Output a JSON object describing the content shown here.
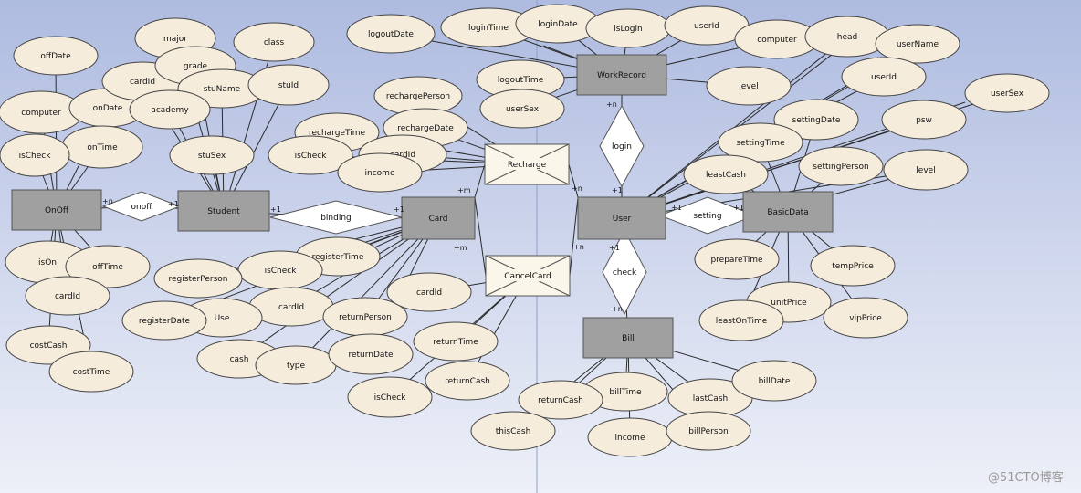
{
  "watermark": "@51CTO博客",
  "entities": {
    "onoff": "OnOff",
    "student": "Student",
    "card": "Card",
    "workrecord": "WorkRecord",
    "user": "User",
    "basicdata": "BasicData",
    "bill": "Bill"
  },
  "relations": {
    "onoff": "onoff",
    "binding": "binding",
    "recharge": "Recharge",
    "cancelcard": "CancelCard",
    "login": "login",
    "setting": "setting",
    "check": "check"
  },
  "cardinalities": {
    "onoff_left": "+n",
    "onoff_right": "+1",
    "binding_left": "+1",
    "binding_right": "+1",
    "recharge_card": "+m",
    "recharge_user": "+n",
    "cancel_card": "+m",
    "cancel_user": "+n",
    "login_top": "+n",
    "login_bottom": "+1",
    "setting_user": "+1",
    "setting_basic": "+1",
    "check_top": "+1",
    "check_bottom": "+n"
  },
  "attributes": {
    "onoff": [
      "offDate",
      "computer",
      "onDate",
      "onTime",
      "isCheck",
      "isOn",
      "offTime",
      "cardId",
      "costCash",
      "costTime"
    ],
    "student": [
      "major",
      "class",
      "cardId",
      "grade",
      "stuName",
      "stuId",
      "academy",
      "stuSex"
    ],
    "workrecord": [
      "logoutDate",
      "loginTime",
      "loginDate",
      "isLogin",
      "userId",
      "computer",
      "logoutTime",
      "userSex",
      "level"
    ],
    "recharge": [
      "rechargePerson",
      "rechargeDate",
      "rechargeTime",
      "isCheck",
      "cardId",
      "income"
    ],
    "user": [
      "head",
      "userName",
      "userId",
      "userSex",
      "psw",
      "level"
    ],
    "basicdata": [
      "settingDate",
      "settingTime",
      "leastCash",
      "settingPerson",
      "prepareTime",
      "tempPrice",
      "unitPrice",
      "leastOnTime",
      "vipPrice"
    ],
    "card": [
      "registerTime",
      "isCheck",
      "registerPerson",
      "cardId",
      "Use",
      "registerDate",
      "returnPerson",
      "cash",
      "type",
      "returnDate"
    ],
    "cancelcard": [
      "cardId",
      "returnTime",
      "returnCash",
      "isCheck"
    ],
    "bill": [
      "billTime",
      "returnCash",
      "lastCash",
      "billDate",
      "thisCash",
      "income",
      "billPerson"
    ]
  }
}
